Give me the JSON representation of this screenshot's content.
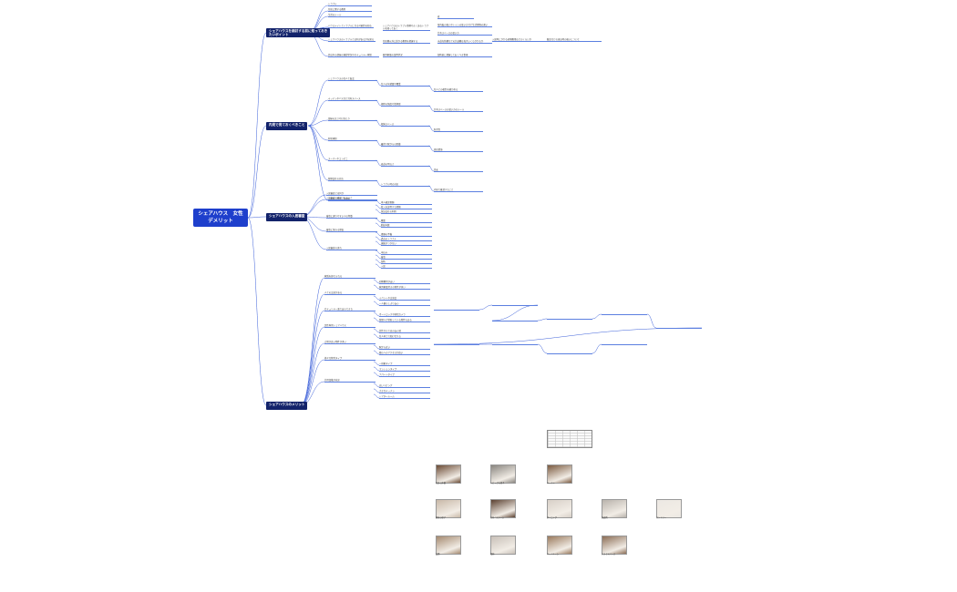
{
  "root": {
    "line1": "シェアハウス　女性",
    "line2": "デメリット"
  },
  "main_branches": [
    {
      "label_line1": "シェアハウスを検討する前に知っておき",
      "label_line2": "たいポイント"
    },
    {
      "label_line1": "内見で見ておくべきこと",
      "label_line2": ""
    },
    {
      "label_line1": "シェアハウスの入居審査",
      "label_line2": ""
    },
    {
      "label_line1": "シェアハウスのメリット",
      "label_line2": ""
    }
  ],
  "nodes": {
    "b1": [
      "トラブル",
      "住居に関する費用",
      "生活のルール",
      "ハウスメイトとトラブルになる可能性を知る",
      "シェアハウスのトラブル事例やよくあるトラブルを知っておく",
      "夜",
      "室内着の扱いやトイレの使い方など生活習慣の違い",
      "共有スペースの使い方",
      "シェアハウスのトラブルとは何があるかを知る",
      "住居費以外に掛かる費用を把握する",
      "水道光熱費などの共益費は毎月いくらかかるか",
      "入居時にかかる初期費用はどのくらいか",
      "敷金などの退去時の扱いについて",
      "外出中の部屋の施錠状況やセキュリティ体制",
      "家具家電の設置状況",
      "契約前に把握しておくべき事項"
    ],
    "b2": [
      "シェアハウスの住人と面会",
      "住人の年齢層や職業",
      "住人との相性を確かめる",
      "キッチンやバスなど共有スペース",
      "掃除の頻度や清潔感",
      "共有スペースの使い方のルール",
      "部屋の広さや日当たり",
      "収納スペース",
      "防音性",
      "防犯体制",
      "最寄り駅からの距離",
      "周辺環境",
      "スーパーやコンビニ",
      "夜道の明るさ",
      "治安",
      "管理会社の対応",
      "トラブル時の対応",
      "内見で確認すること",
      "入居者の性別・年齢層"
    ],
    "b3": [
      "入居審査とは何か",
      "入居審査で確認されること",
      "本人確認書類",
      "収入を証明する書類",
      "保証会社の利用",
      "審査に通りやすい人の特徴",
      "職業",
      "勤続年数",
      "審査に落ちる理由",
      "書類の不備",
      "過去のトラブル",
      "連絡がつかない",
      "入居審査の流れ",
      "申込み",
      "審査",
      "契約",
      "入居"
    ],
    "b4": [
      "家賃を抑えられる",
      "初期費用が安い",
      "家具家電付きの物件が多い",
      "人との交流がある",
      "イベントや交流会",
      "一人暮らしより安心",
      "セキュリティ面で安心できる",
      "オートロックや防犯カメラ",
      "管理人が常駐している物件もある",
      "女性専用シェアハウス",
      "女性ならではの安心感",
      "住人同士で助け合える",
      "立地が良い物件が多い",
      "駅から近い",
      "都心へのアクセスが良い",
      "様々な物件タイプ",
      "一軒家タイプ",
      "マンションタイプ",
      "アパートタイプ",
      "共用設備が充実",
      "広いリビング",
      "大きなキッチン",
      "シアタールーム"
    ]
  },
  "photo_captions": [
    "住居の外観",
    "リビングの様子",
    "キッチン",
    "個室の様子",
    "共有バスルーム",
    "ダイニング",
    "洗面所",
    "ランドリー",
    "玄関",
    "収納",
    "ベッドルーム",
    "デスクスペース"
  ],
  "colors": {
    "root": "#1e3fcc",
    "main": "#13236b",
    "edge": "#3b5fd9",
    "text": "#333333"
  }
}
